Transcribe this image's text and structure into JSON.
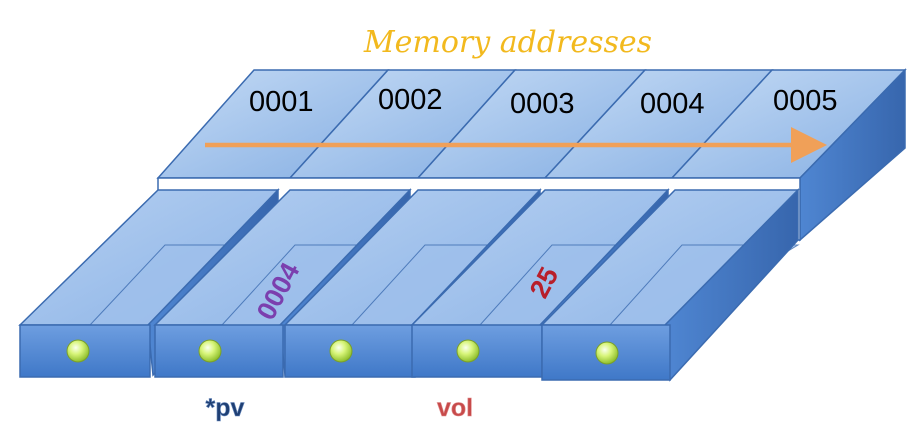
{
  "title": "Memory addresses",
  "addresses": [
    "0001",
    "0002",
    "0003",
    "0004",
    "0005"
  ],
  "cells": [
    {
      "value": "",
      "label": ""
    },
    {
      "value": "0004",
      "label": "*pv"
    },
    {
      "value": "",
      "label": ""
    },
    {
      "value": "25",
      "label": "vol"
    },
    {
      "value": "",
      "label": ""
    }
  ],
  "colors": {
    "title": "#f2b91e",
    "arrow": "#f0a058",
    "pointer_value": "#7b3fae",
    "pointer_label": "#1f3f73",
    "var_value": "#b81e2a",
    "var_label": "#c74a4a",
    "box_face": "#8fb5e4",
    "box_top": "#a9c8ee",
    "box_front": "#5b8fd6",
    "box_stroke": "#3b6bb0",
    "dot": "#c9ef5a"
  },
  "icons": [
    "direction-arrow",
    "memory-cell-dot"
  ]
}
